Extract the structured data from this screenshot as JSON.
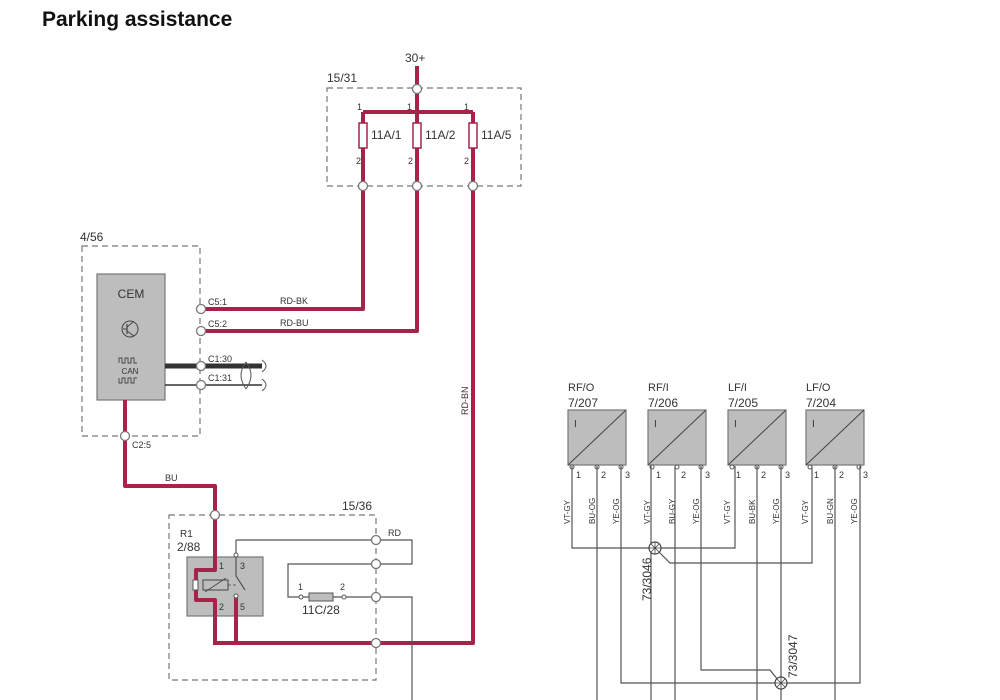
{
  "title": "Parking assistance",
  "diagram": {
    "supply": "30+",
    "fuse_box": {
      "id": "15/31",
      "fuses": [
        {
          "label": "11A/1",
          "pin_in": "1",
          "pin_out": "2"
        },
        {
          "label": "11A/2",
          "pin_in": "1",
          "pin_out": "2"
        },
        {
          "label": "11A/5",
          "pin_in": "1",
          "pin_out": "2"
        }
      ]
    },
    "cem": {
      "id": "4/56",
      "label": "CEM",
      "can_label": "CAN",
      "connectors": [
        "C5:1",
        "C5:2",
        "C1:30",
        "C1:31",
        "C2:5"
      ]
    },
    "wires": {
      "rd_bk": "RD-BK",
      "rd_bu": "RD-BU",
      "rd_bn": "RD-BN",
      "bu": "BU",
      "rd": "RD"
    },
    "relay_box": {
      "id": "15/36",
      "relay_id": "R1",
      "relay_ref": "2/88",
      "relay_pins": [
        "1",
        "3",
        "2",
        "5"
      ],
      "fuse": {
        "label": "11C/28",
        "pin_in": "1",
        "pin_out": "2"
      }
    },
    "sensors": [
      {
        "position": "RF/O",
        "id": "7/207",
        "glyph": "I",
        "pins": [
          "1",
          "2",
          "3"
        ],
        "wires": [
          "VT-GY",
          "BU-OG",
          "YE-OG"
        ]
      },
      {
        "position": "RF/I",
        "id": "7/206",
        "glyph": "I",
        "pins": [
          "1",
          "2",
          "3"
        ],
        "wires": [
          "VT-GY",
          "BU-GY",
          "YE-OG"
        ]
      },
      {
        "position": "LF/I",
        "id": "7/205",
        "glyph": "I",
        "pins": [
          "1",
          "2",
          "3"
        ],
        "wires": [
          "VT-GY",
          "BU-BK",
          "YE-OG"
        ]
      },
      {
        "position": "LF/O",
        "id": "7/204",
        "glyph": "I",
        "pins": [
          "1",
          "2",
          "3"
        ],
        "wires": [
          "VT-GY",
          "BU-GN",
          "YE-OG"
        ]
      }
    ],
    "splices": [
      "73/3046",
      "73/3047"
    ]
  }
}
